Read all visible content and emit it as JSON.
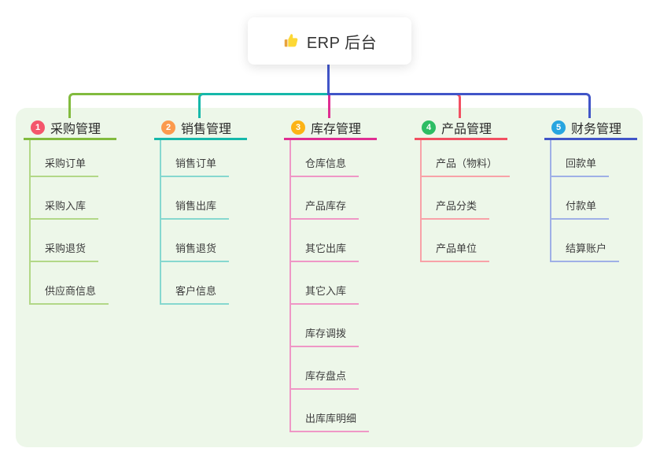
{
  "root": {
    "icon": "thumbs-up-icon",
    "label": "ERP 后台"
  },
  "branches": [
    {
      "num": "1",
      "label": "采购管理",
      "badge_color": "#f4566c",
      "line_color": "#82bb3e",
      "child_line_color": "#b2d887",
      "children": [
        "采购订单",
        "采购入库",
        "采购退货",
        "供应商信息"
      ]
    },
    {
      "num": "2",
      "label": "销售管理",
      "badge_color": "#fb9a4d",
      "line_color": "#16b8aa",
      "child_line_color": "#86d8cf",
      "children": [
        "销售订单",
        "销售出库",
        "销售退货",
        "客户信息"
      ]
    },
    {
      "num": "3",
      "label": "库存管理",
      "badge_color": "#fcb315",
      "line_color": "#df2e92",
      "child_line_color": "#ef97c6",
      "children": [
        "仓库信息",
        "产品库存",
        "其它出库",
        "其它入库",
        "库存调拨",
        "库存盘点",
        "出库库明细"
      ]
    },
    {
      "num": "4",
      "label": "产品管理",
      "badge_color": "#2dbd64",
      "line_color": "#f25062",
      "child_line_color": "#f8a2a8",
      "children": [
        "产品（物料）",
        "产品分类",
        "产品单位"
      ]
    },
    {
      "num": "5",
      "label": "财务管理",
      "badge_color": "#27a5e0",
      "line_color": "#4155c8",
      "child_line_color": "#9fb0e6",
      "children": [
        "回款单",
        "付款单",
        "结算账户"
      ]
    }
  ],
  "colors": {
    "page_bg": "#ffffff",
    "panel_bg": "#edf7e9",
    "root_stem": "#4155c8",
    "header_text": "#2a2a2a",
    "child_text": "#3d3d3d"
  }
}
